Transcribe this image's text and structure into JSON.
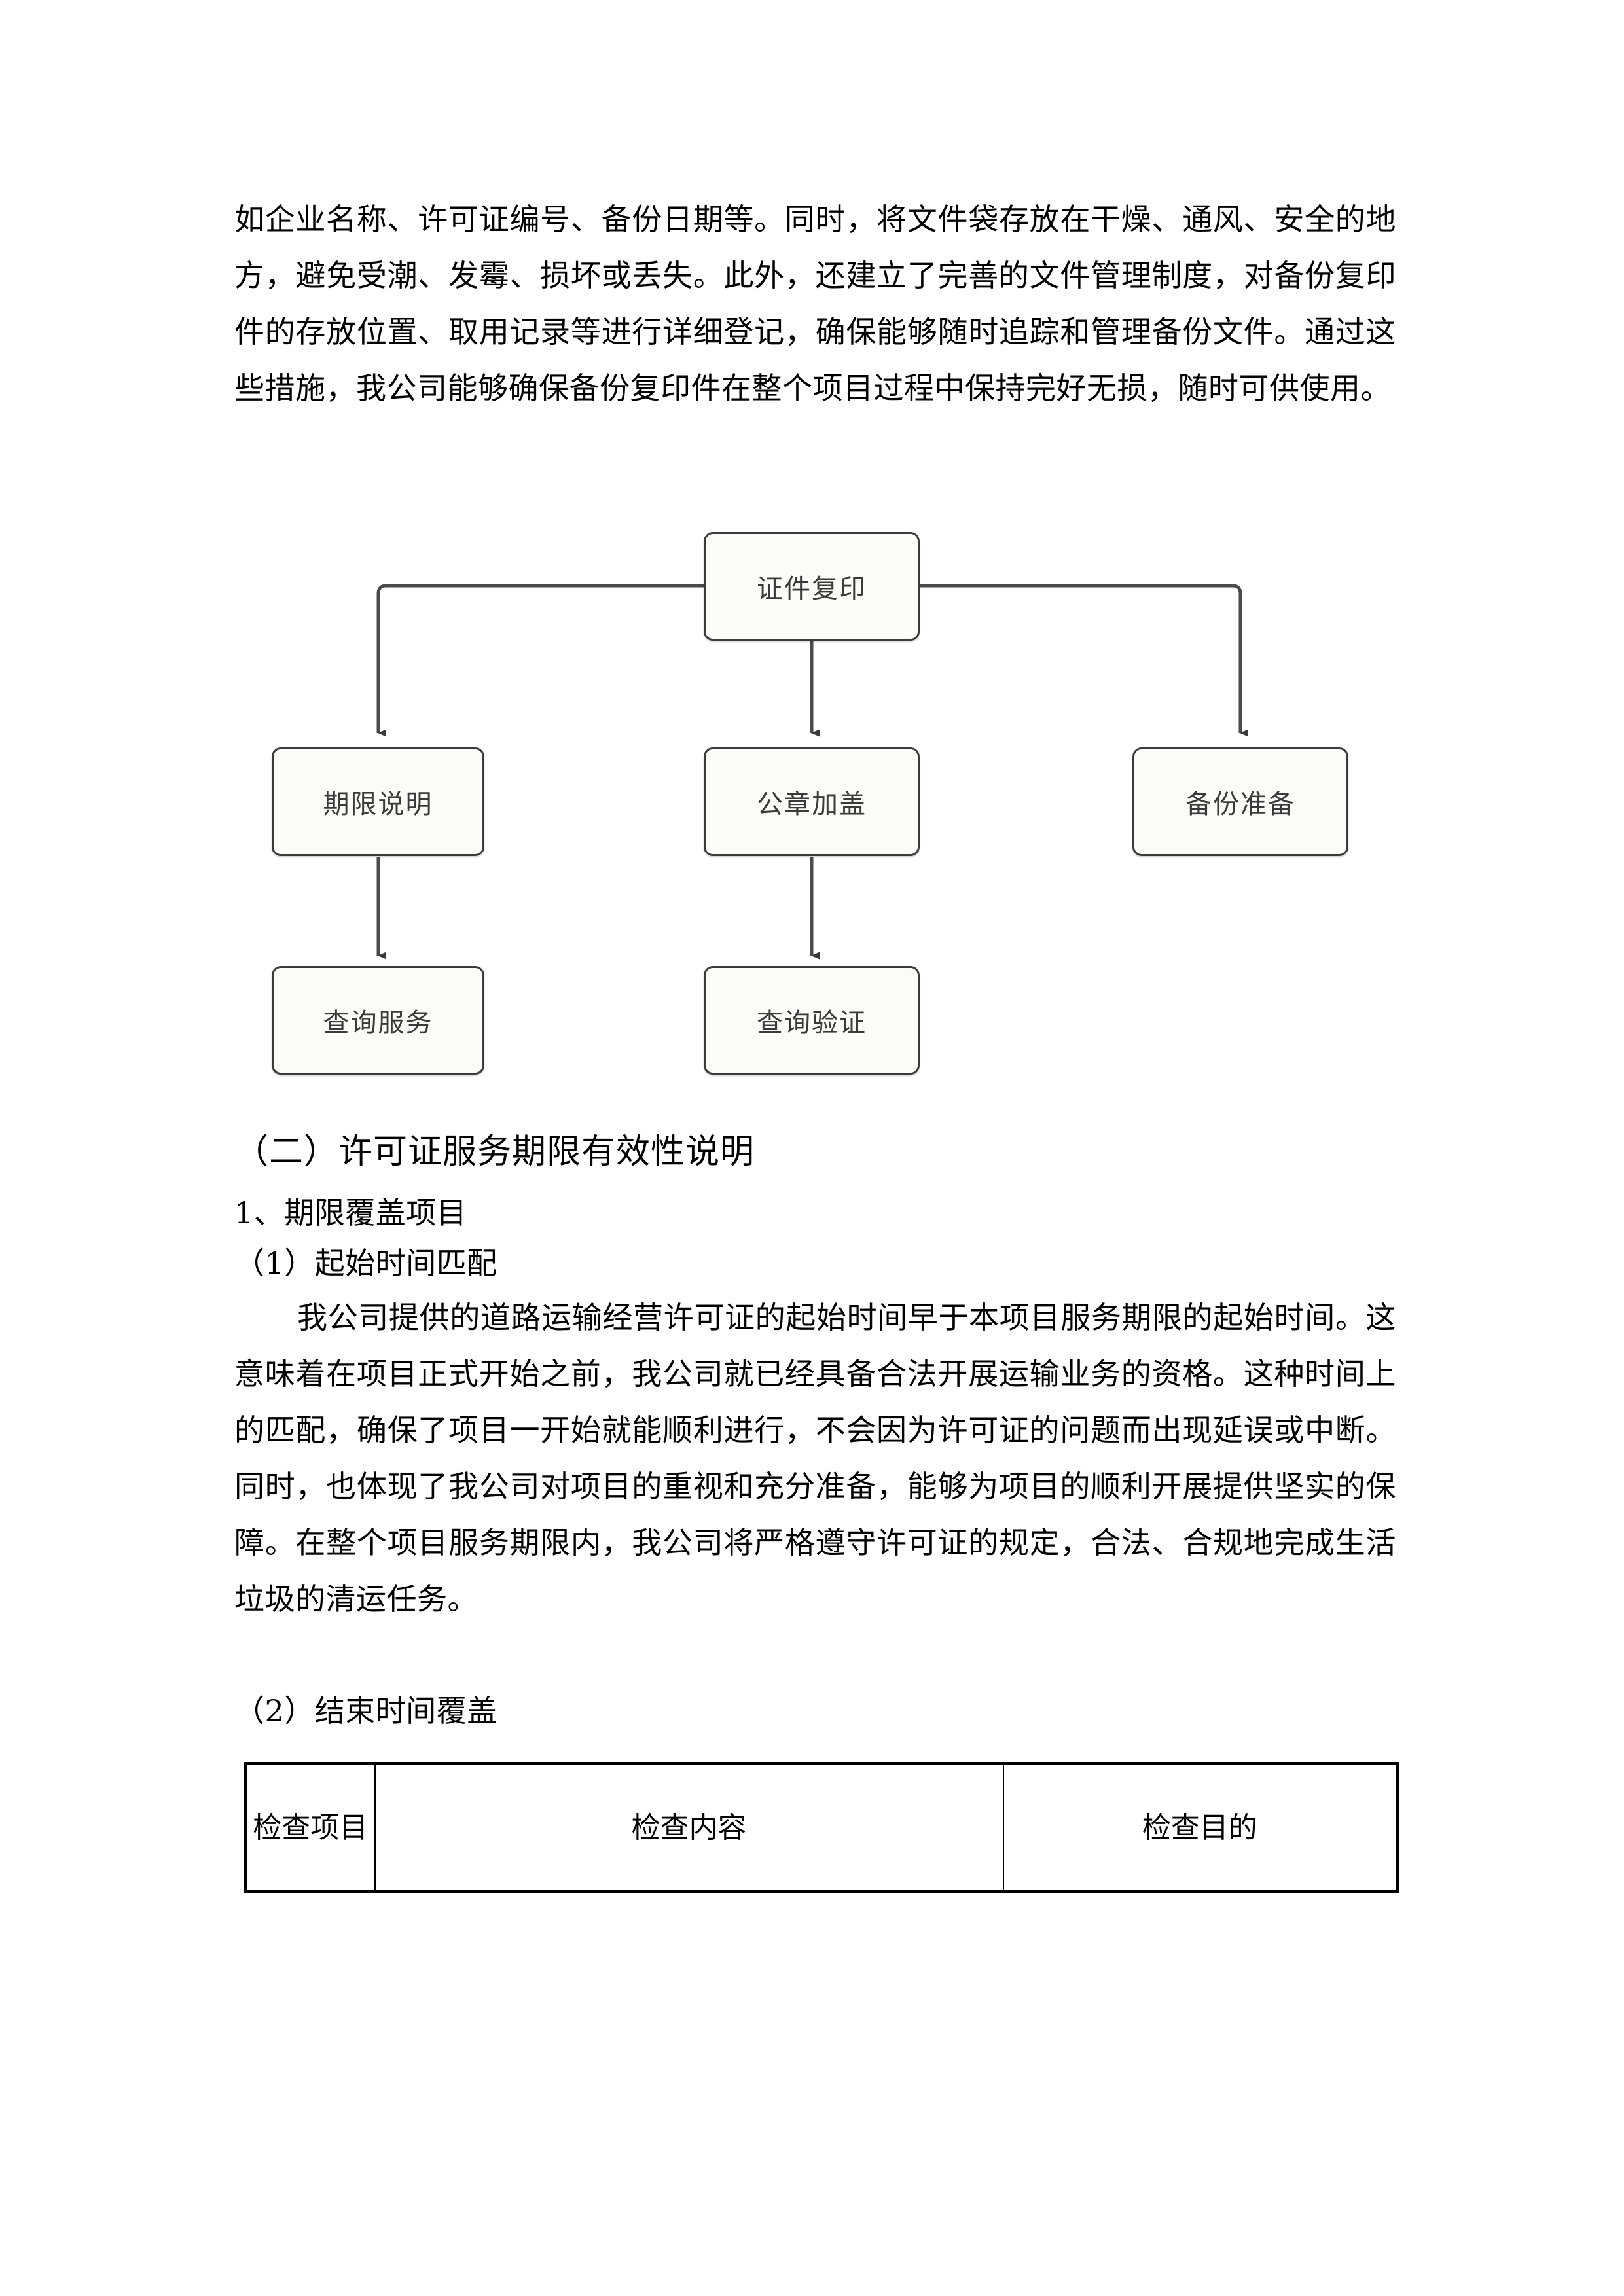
{
  "document": {
    "paragraphs": {
      "p1": "如企业名称、许可证编号、备份日期等。同时，将文件袋存放在干燥、通风、安全的地方，避免受潮、发霉、损坏或丢失。此外，还建立了完善的文件管理制度，对备份复印件的存放位置、取用记录等进行详细登记，确保能够随时追踪和管理备份文件。通过这些措施，我公司能够确保备份复印件在整个项目过程中保持完好无损，随时可供使用。",
      "p2": "我公司提供的道路运输经营许可证的起始时间早于本项目服务期限的起始时间。这意味着在项目正式开始之前，我公司就已经具备合法开展运输业务的资格。这种时间上的匹配，确保了项目一开始就能顺利进行，不会因为许可证的问题而出现延误或中断。同时，也体现了我公司对项目的重视和充分准备，能够为项目的顺利开展提供坚实的保障。在整个项目服务期限内，我公司将严格遵守许可证的规定，合法、合规地完成生活垃圾的清运任务。"
    },
    "headings": {
      "section": "（二）许可证服务期限有效性说明",
      "sub1": "1、期限覆盖项目",
      "item1": "（1）起始时间匹配",
      "item2": "（2）结束时间覆盖"
    },
    "flowchart": {
      "nodes": {
        "root": "证件复印",
        "left": "期限说明",
        "center": "公章加盖",
        "right": "备份准备",
        "left_child": "查询服务",
        "center_child": "查询验证"
      },
      "colors": {
        "box_fill": "#fbfbf8",
        "box_border": "#3b3b3b",
        "connector": "#4a4a4a",
        "text": "#3a3a3a"
      }
    },
    "table": {
      "headers": [
        "检查项目",
        "检查内容",
        "检查目的"
      ]
    }
  }
}
